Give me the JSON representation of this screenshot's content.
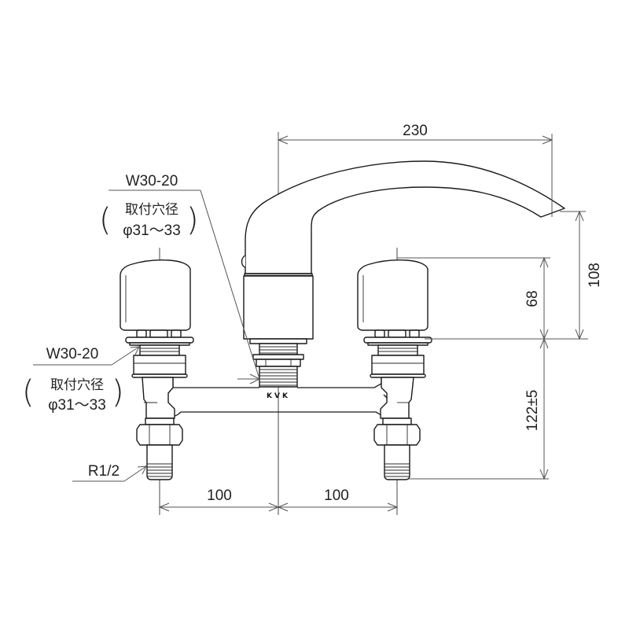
{
  "diagram": {
    "type": "faucet-dimension-drawing",
    "brand_mark": "KVK",
    "dimensions": {
      "spout_reach": "230",
      "spout_height": "108",
      "handle_height": "68",
      "deck_to_connection": "122±5",
      "left_spacing": "100",
      "right_spacing": "100"
    },
    "callouts": {
      "top_left": {
        "thread": "W30-20",
        "hole_label": "取付穴径",
        "hole_size": "φ31〜33"
      },
      "mid_left": {
        "thread": "W30-20",
        "hole_label": "取付穴径",
        "hole_size": "φ31〜33"
      },
      "bottom_left": {
        "thread": "R1/2"
      }
    },
    "colors": {
      "line": "#1a1a1a",
      "dimension": "#555555",
      "background": "#ffffff"
    }
  }
}
